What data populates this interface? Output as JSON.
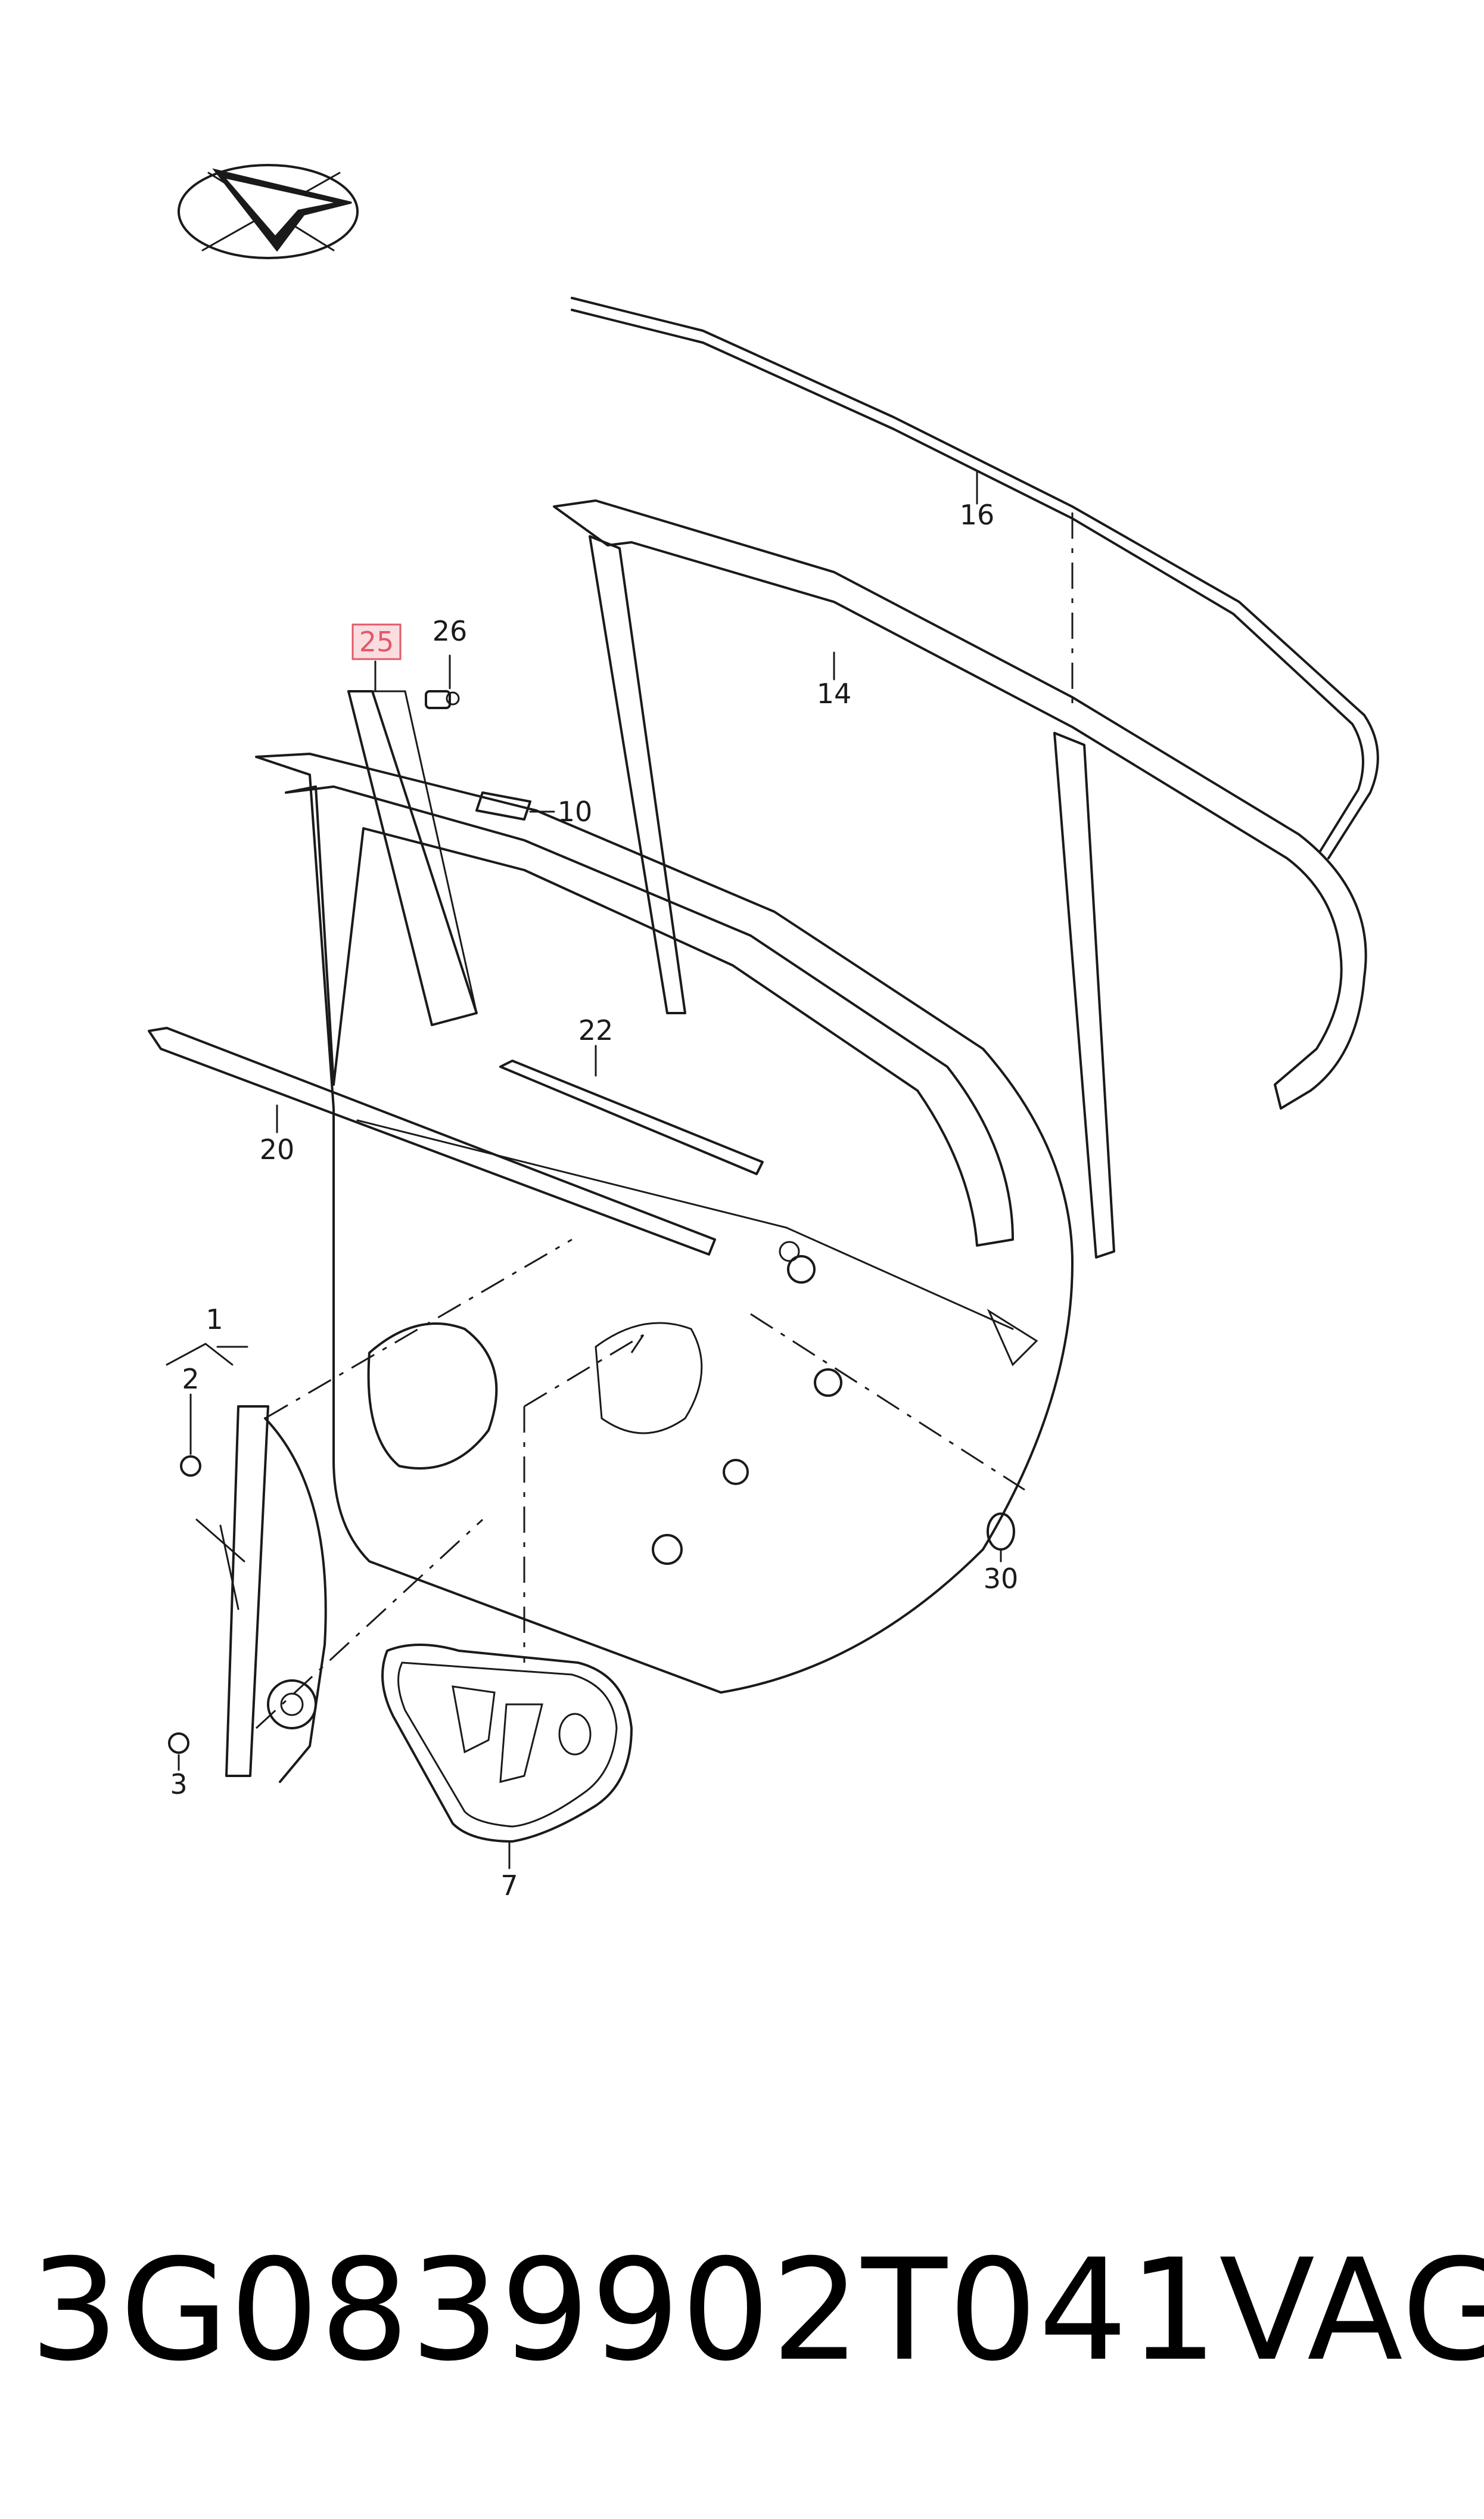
{
  "diagram": {
    "callouts": [
      {
        "id": "16",
        "label": "16",
        "highlighted": false
      },
      {
        "id": "14",
        "label": "14",
        "highlighted": false
      },
      {
        "id": "25",
        "label": "25",
        "highlighted": true,
        "highlight_color": "#e05a6a"
      },
      {
        "id": "26",
        "label": "26",
        "highlighted": false
      },
      {
        "id": "10",
        "label": "10",
        "highlighted": false
      },
      {
        "id": "22",
        "label": "22",
        "highlighted": false
      },
      {
        "id": "20",
        "label": "20",
        "highlighted": false
      },
      {
        "id": "1",
        "label": "1",
        "highlighted": false
      },
      {
        "id": "2",
        "label": "2",
        "highlighted": false
      },
      {
        "id": "3",
        "label": "3",
        "highlighted": false
      },
      {
        "id": "7",
        "label": "7",
        "highlighted": false
      },
      {
        "id": "30",
        "label": "30",
        "highlighted": false
      }
    ],
    "orientation_icon": "vehicle-direction-arrow-icon"
  },
  "caption": {
    "part_number": "3G0839902T041",
    "brand": "VAG"
  }
}
